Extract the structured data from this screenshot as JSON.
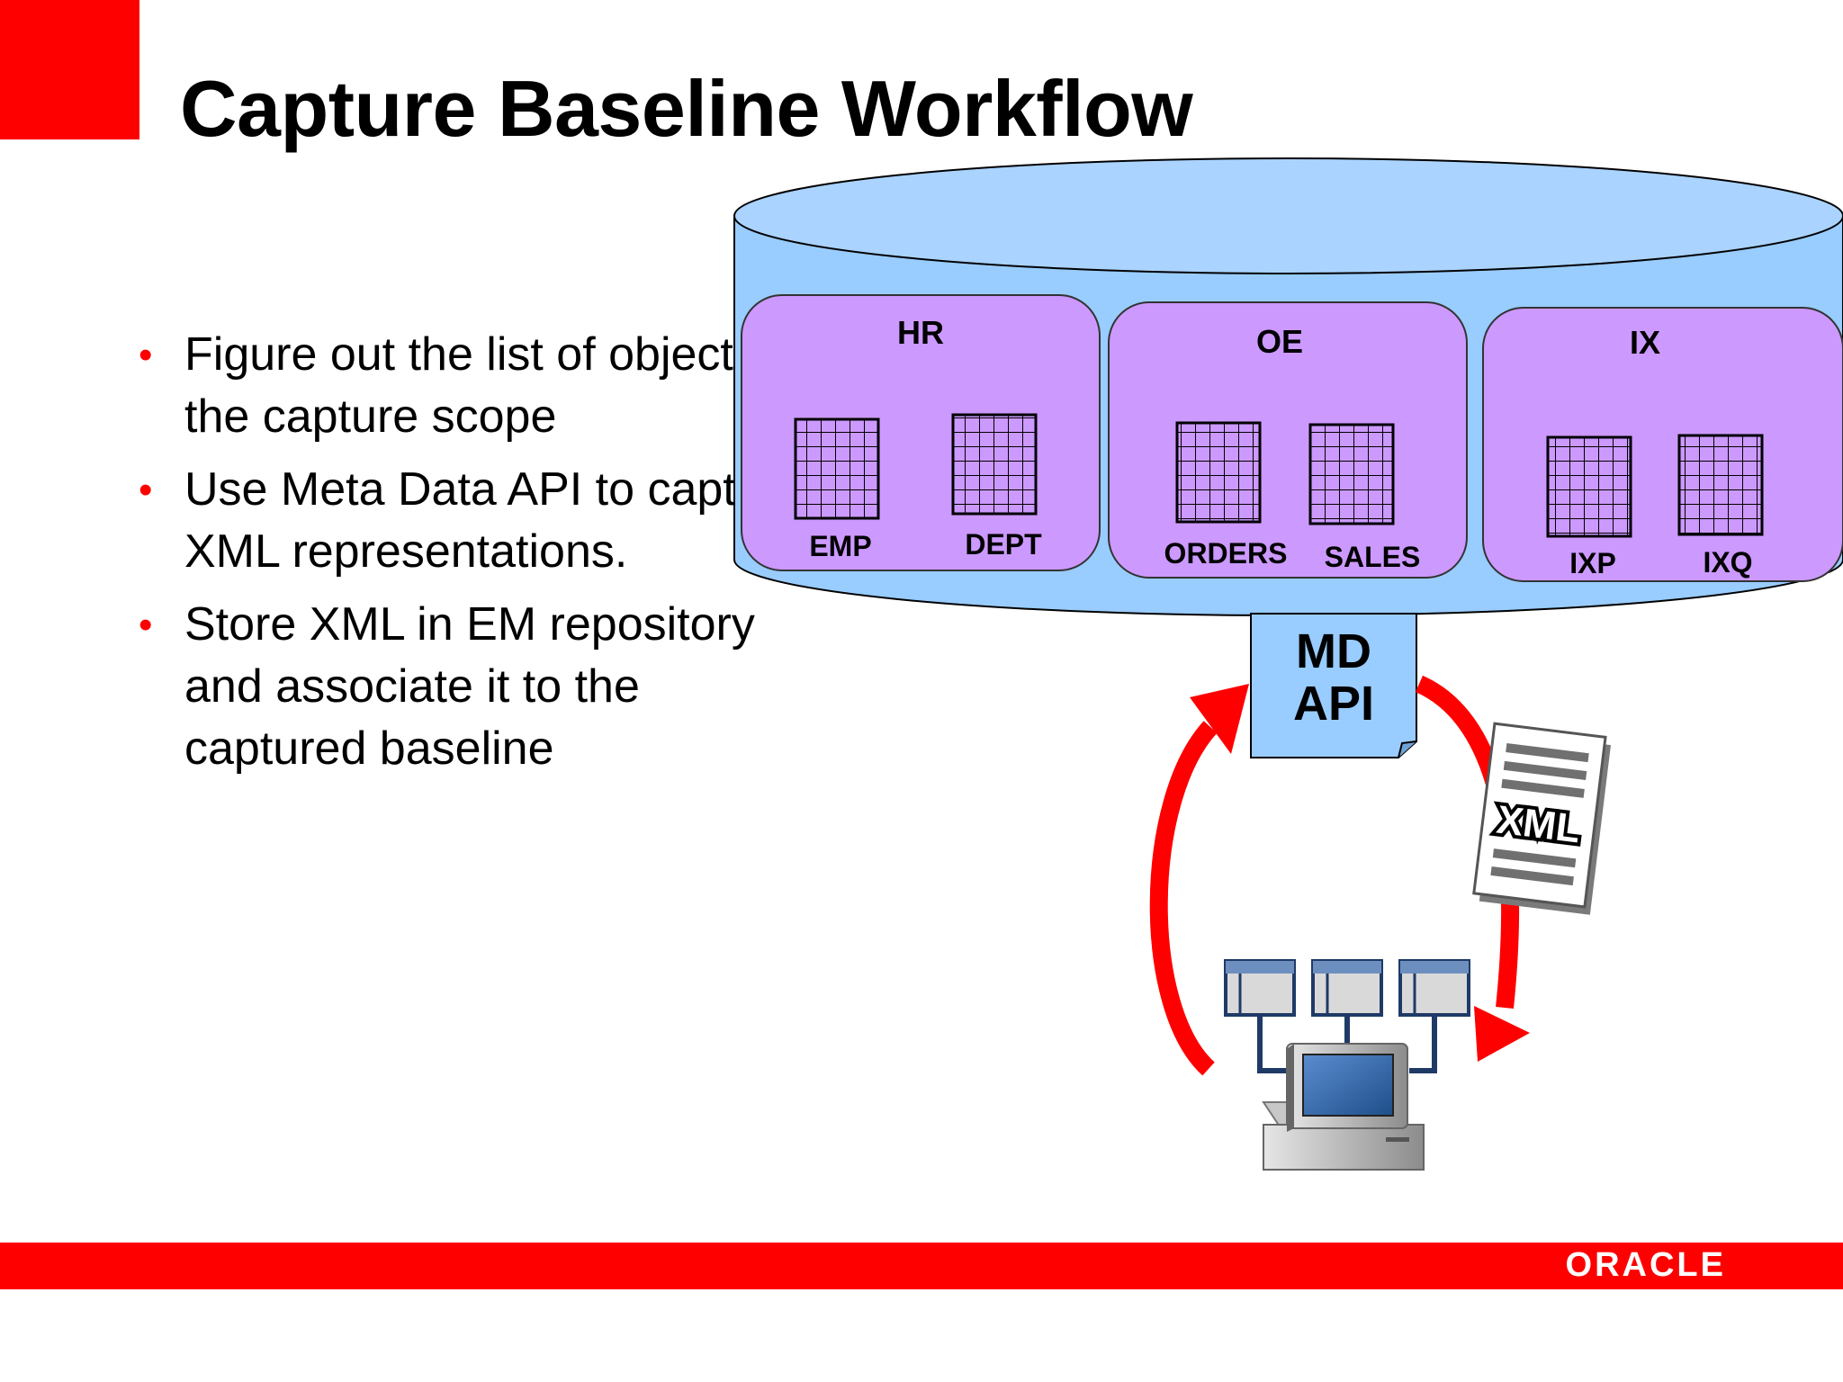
{
  "slide": {
    "title": "Capture Baseline Workflow",
    "bullets": [
      "Figure out the list of objects in the capture scope",
      "Use Meta Data API to capture XML representations.",
      "Store XML in EM repository and associate it to the captured baseline"
    ]
  },
  "diagram": {
    "schemas": [
      {
        "name": "HR",
        "tables": [
          "EMP",
          "DEPT"
        ]
      },
      {
        "name": "OE",
        "tables": [
          "ORDERS",
          "SALES"
        ]
      },
      {
        "name": "IX",
        "tables": [
          "IXP",
          "IXQ"
        ]
      }
    ],
    "api_box": {
      "line1": "MD",
      "line2": "API"
    },
    "document_label": "XML"
  },
  "footer": {
    "logo": "ORACLE"
  },
  "colors": {
    "brand_red": "#ff0000",
    "cylinder_fill": "#99ccff",
    "cylinder_top": "#aad3ff",
    "schema_fill": "#cc99ff",
    "api_fill": "#99ccff",
    "arrow": "#ff0000"
  }
}
